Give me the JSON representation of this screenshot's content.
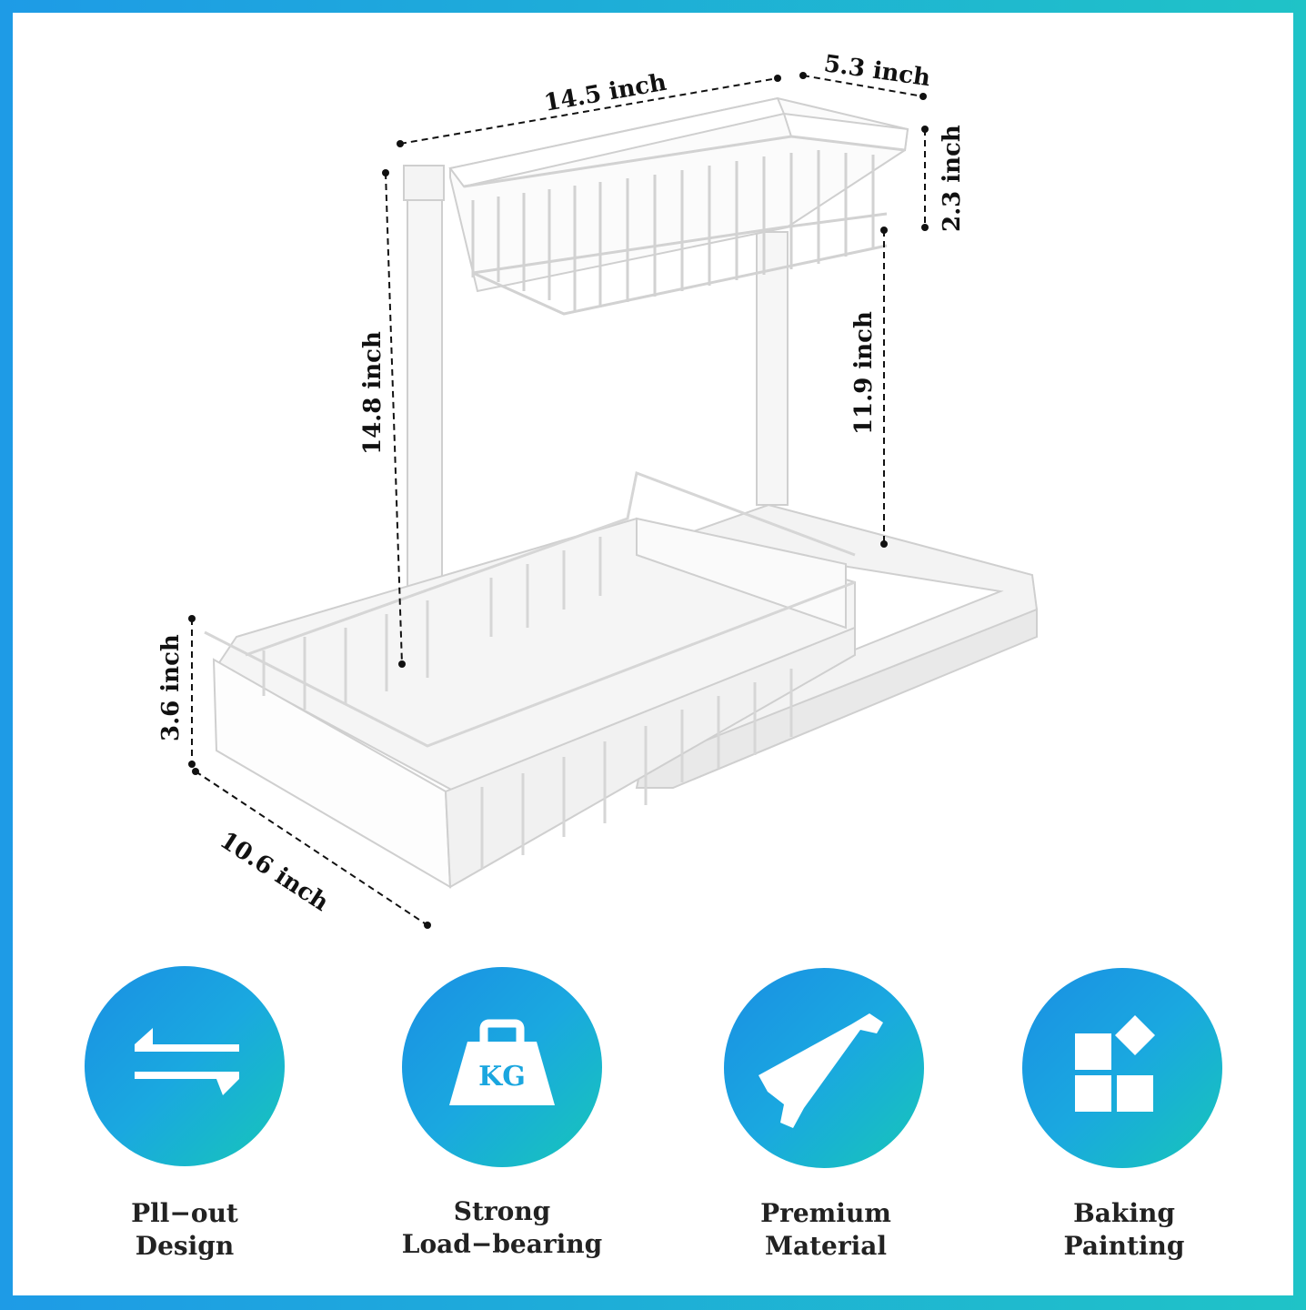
{
  "dimensions": {
    "width_top": "14.5 inch",
    "depth_top": "5.3 inch",
    "height_top_basket": "2.3 inch",
    "total_height": "14.8 inch",
    "gap_height": "11.9 inch",
    "bottom_basket_height": "3.6 inch",
    "depth_bottom": "10.6 inch"
  },
  "features": [
    {
      "icon": "pull-out-arrows-icon",
      "line1": "Pll−out",
      "line2": "Design"
    },
    {
      "icon": "kg-weight-icon",
      "icon_text": "KG",
      "line1": "Strong",
      "line2": "Load−bearing"
    },
    {
      "icon": "steel-beam-icon",
      "line1": "Premium",
      "line2": "Material"
    },
    {
      "icon": "paint-blocks-icon",
      "line1": "Baking",
      "line2": "Painting"
    }
  ],
  "colors": {
    "gradient_start": "#1a8fe3",
    "gradient_end": "#16c6b8",
    "frame": "#1eb0d6"
  }
}
